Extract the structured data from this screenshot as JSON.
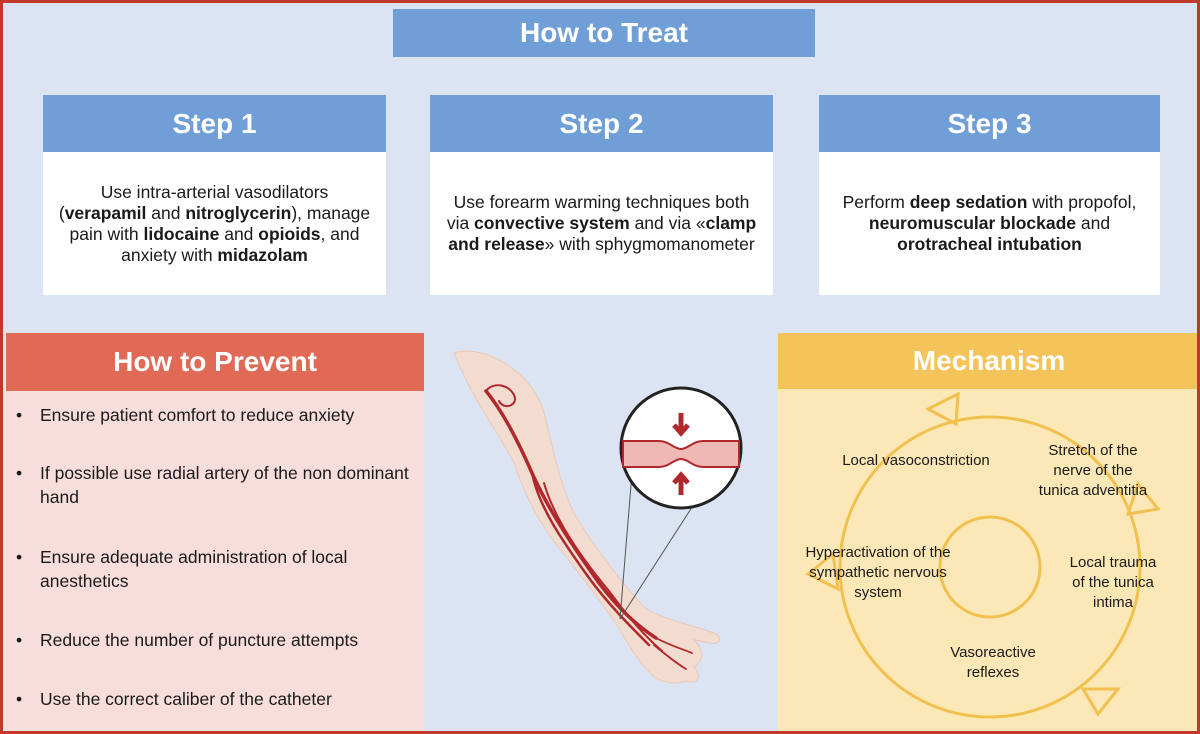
{
  "treat": {
    "title": "How to Treat",
    "steps": [
      {
        "label": "Step 1",
        "segments": [
          {
            "t": "Use intra-arterial vasodilators (",
            "b": false
          },
          {
            "t": "verapamil",
            "b": true
          },
          {
            "t": " and ",
            "b": false
          },
          {
            "t": "nitroglycerin",
            "b": true
          },
          {
            "t": "), manage pain with ",
            "b": false
          },
          {
            "t": "lidocaine",
            "b": true
          },
          {
            "t": " and ",
            "b": false
          },
          {
            "t": "opioids",
            "b": true
          },
          {
            "t": ", and anxiety with ",
            "b": false
          },
          {
            "t": "midazolam",
            "b": true
          }
        ]
      },
      {
        "label": "Step 2",
        "segments": [
          {
            "t": "Use forearm warming techniques both via ",
            "b": false
          },
          {
            "t": "convective system",
            "b": true
          },
          {
            "t": " and via «",
            "b": false
          },
          {
            "t": "clamp and release",
            "b": true
          },
          {
            "t": "» with sphygmomanometer",
            "b": false
          }
        ]
      },
      {
        "label": "Step 3",
        "segments": [
          {
            "t": "Perform ",
            "b": false
          },
          {
            "t": "deep sedation",
            "b": true
          },
          {
            "t": " with propofol, ",
            "b": false
          },
          {
            "t": "neuromuscular blockade",
            "b": true
          },
          {
            "t": " and ",
            "b": false
          },
          {
            "t": "orotracheal intubation",
            "b": true
          }
        ]
      }
    ]
  },
  "prevent": {
    "title": "How to Prevent",
    "bullet": "•",
    "items": [
      "Ensure patient comfort to reduce anxiety",
      "If possible use radial artery of the non dominant hand",
      "Ensure adequate administration of local anesthetics",
      "Reduce the number of puncture attempts",
      "Use the correct caliber of the catheter"
    ]
  },
  "mechanism": {
    "title": "Mechanism",
    "cycle": [
      "Local vasoconstriction",
      "Stretch of the nerve of the tunica adventitia",
      "Local trauma of the tunica intima",
      "Vasoreactive reflexes",
      "Hyperactivation of the sympathetic nervous system"
    ]
  },
  "colors": {
    "frame": "#c0392b",
    "background": "#dce4f3",
    "treat_header": "#6f9fd6",
    "prevent_header": "#e06a55",
    "prevent_panel": "#f7dedc",
    "mechanism_header": "#f4c45a",
    "mechanism_panel": "#fbe8b6",
    "artery": "#b0282c"
  }
}
